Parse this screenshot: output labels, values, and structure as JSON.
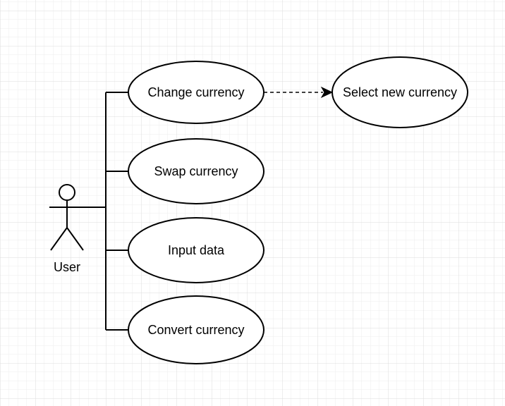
{
  "diagram": {
    "type": "use-case",
    "colors": {
      "background": "#ffffff",
      "grid_minor": "#eeeeee",
      "grid_major": "#dcdcdc",
      "stroke": "#000000"
    },
    "actor": {
      "label": "User"
    },
    "use_cases": [
      {
        "id": "uc-change",
        "label": "Change currency"
      },
      {
        "id": "uc-swap",
        "label": "Swap currency"
      },
      {
        "id": "uc-input",
        "label": "Input data"
      },
      {
        "id": "uc-convert",
        "label": "Convert currency"
      },
      {
        "id": "uc-select",
        "label": "Select new currency"
      }
    ],
    "relations": [
      {
        "from": "User",
        "to": "Change currency",
        "style": "solid"
      },
      {
        "from": "User",
        "to": "Swap currency",
        "style": "solid"
      },
      {
        "from": "User",
        "to": "Input data",
        "style": "solid"
      },
      {
        "from": "User",
        "to": "Convert currency",
        "style": "solid"
      },
      {
        "from": "Change currency",
        "to": "Select new currency",
        "style": "dashed-arrow"
      }
    ]
  }
}
